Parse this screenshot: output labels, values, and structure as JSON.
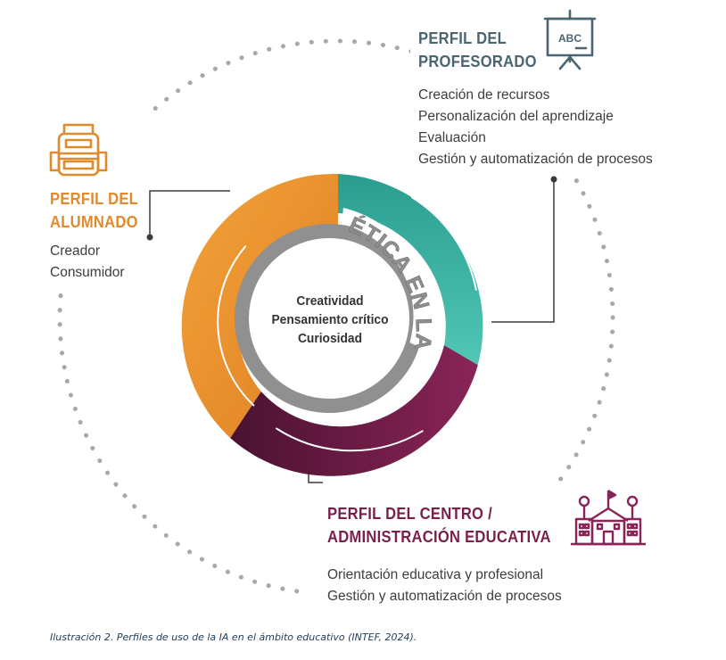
{
  "profiles": {
    "teacher": {
      "title_line1": "PERFIL DEL",
      "title_line2": "PROFESORADO",
      "icon": "whiteboard-icon",
      "icon_text": "ABC",
      "color": "#4a6572",
      "items": [
        "Creación de recursos",
        "Personalización del aprendizaje",
        "Evaluación",
        "Gestión y automatización de procesos"
      ]
    },
    "student": {
      "title_line1": "PERFIL DEL",
      "title_line2": "ALUMNADO",
      "icon": "backpack-icon",
      "color": "#e08a2c",
      "items": [
        "Creador",
        "Consumidor"
      ]
    },
    "institution": {
      "title_line1": "PERFIL DEL CENTRO /",
      "title_line2": "ADMINISTRACIÓN EDUCATIVA",
      "icon": "school-building-icon",
      "color": "#7a1f4b",
      "items": [
        "Orientación educativa y profesional",
        "Gestión y automatización de procesos"
      ]
    }
  },
  "ethics_ring_label": "ÉTICA EN LA IA",
  "center_values": [
    "Creatividad",
    "Pensamiento crítico",
    "Curiosidad"
  ],
  "colors": {
    "teacher_ring": "#3ab5aa",
    "student_ring": "#e8912e",
    "institution_ring": "#5c1a3c",
    "ethics_ring": "#8f908f",
    "dots": "#a5a5a5"
  },
  "caption": "Ilustración 2. Perfiles de uso de la IA en el ámbito educativo (INTEF, 2024)."
}
